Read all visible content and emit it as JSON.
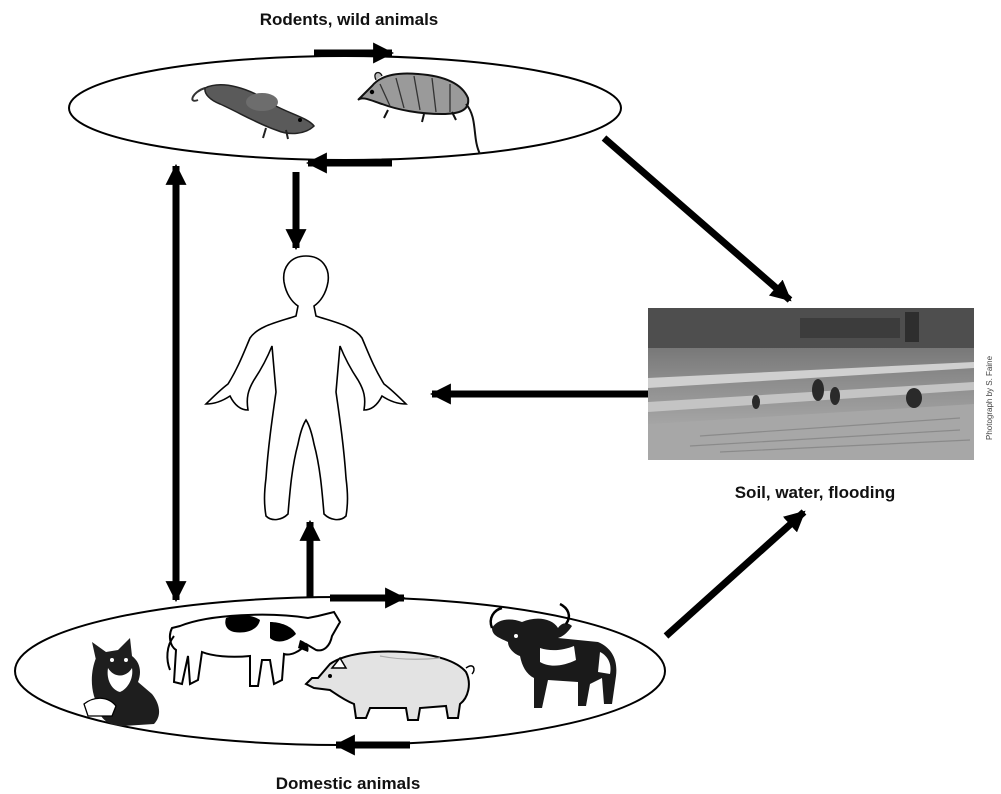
{
  "labels": {
    "rodents": "Rodents, wild animals",
    "soil": "Soil, water, flooding",
    "domestic": "Domestic animals"
  },
  "photo_credit": "Photograph by S. Faine",
  "icons": {
    "rodents": [
      "mouse-icon",
      "rat-icon"
    ],
    "domestic": [
      "dog-icon",
      "cow-icon",
      "pig-icon",
      "buffalo-icon"
    ],
    "human": "human-silhouette-icon",
    "environment": "flooded-field-photo"
  },
  "colors": {
    "ink": "#000000",
    "background": "#ffffff"
  }
}
